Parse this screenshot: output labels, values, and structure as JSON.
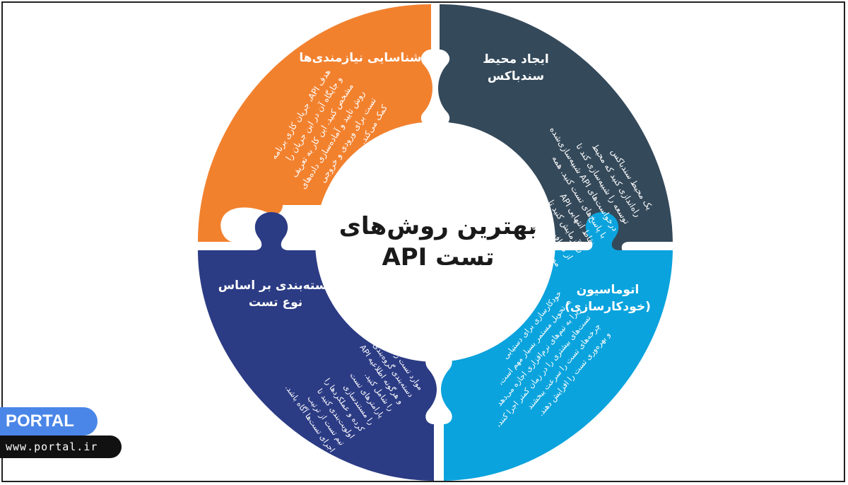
{
  "center": {
    "title_line1": "بهترین روش‌های",
    "title_line2": "تست API"
  },
  "pieces": [
    {
      "id": "needs",
      "color": "#f2812e",
      "title": "شناسایی نیازمندی‌ها",
      "body": [
        "هدف API، جریان کاری برنامه",
        "و جایگاه آن در این جریان را",
        "مشخص کنید. این کار به تعریف",
        "روش تایید و آماده‌سازی داده‌های",
        "تست برای ورودی و خروجی",
        "کمک می‌کند."
      ]
    },
    {
      "id": "sandbox",
      "color": "#34495a",
      "title": "ایجاد محیط\nسندباکس",
      "body": [
        "یک محیط سندباکس",
        "راه‌اندازی کنید که محیط",
        "توسعه را شبیه‌سازی کند تا",
        "درخواست‌های API شبیه‌سازی‌شده",
        "با پاسخ‌های تست کنید. همه",
        "نقاط انتهایی API",
        "را آزمایش کنید تا",
        "از دریافت پاسخ‌های",
        "مورد انتظار مطمئن شوید."
      ]
    },
    {
      "id": "automation",
      "color": "#0aa3dd",
      "title": "اتوماسیون\n(خودکارسازی)",
      "body": [
        "خودکارسازی برای دستیابی",
        "به تحویل مستمر بسیار مهم است،",
        "زیرا به تیم‌های نرم‌افزاری اجازه می‌دهد",
        "تست‌های بیشتری را در زمان کمتر اجرا کنند،",
        "چرخه‌های تست را سرعت ببخشند",
        "و بهره‌وری تست را افزایش دهند."
      ]
    },
    {
      "id": "categorize",
      "color": "#2b3b84",
      "title": "دسته‌بندی بر اساس\nنوع تست",
      "body": [
        "موارد تست را بر اساس",
        "دسته‌بندی گروه‌بندی کنید",
        "و هرگونه اطلاعیه API",
        "را شامل کنید.",
        "پارامترهای تست",
        "را مستندسازی",
        "کرده و عملکردها را",
        "اولویت‌بندی کنید تا",
        "تیم تست از ترتیب",
        "اجرای تست‌ها آگاه باشد."
      ]
    }
  ],
  "branding": {
    "badge": "PORTAL",
    "url": "www.portal.ir"
  }
}
